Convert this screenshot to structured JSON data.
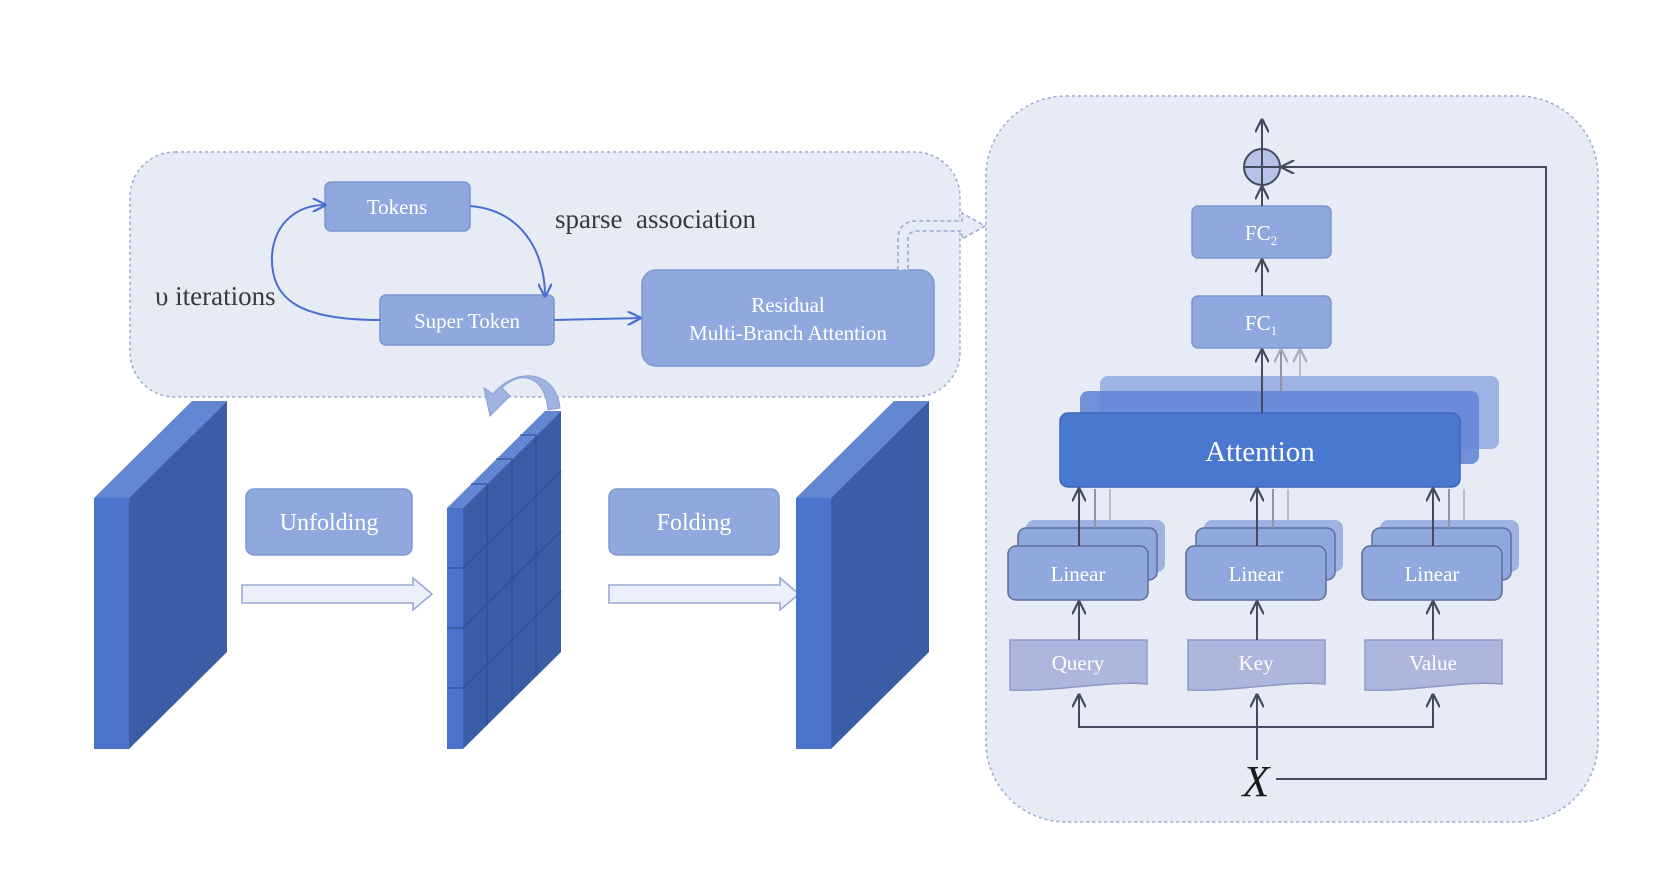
{
  "top_panel": {
    "tokens": "Tokens",
    "super_token": "Super Token",
    "iterations": "υ iterations",
    "sparse_association": "sparse  association",
    "rmba_line1": "Residual",
    "rmba_line2": "Multi-Branch Attention"
  },
  "pipeline": {
    "unfolding": "Unfolding",
    "folding": "Folding"
  },
  "attention_panel": {
    "fc2": "FC",
    "fc2_sub": "2",
    "fc1": "FC",
    "fc1_sub": "1",
    "attention": "Attention",
    "linear_q": "Linear",
    "linear_k": "Linear",
    "linear_v": "Linear",
    "query": "Query",
    "key": "Key",
    "value": "Value",
    "input": "X"
  },
  "colors": {
    "panel_fill": "#e6ebf6",
    "panel_border": "#9aaad0",
    "box_fill": "#8fa9df",
    "box_border": "#7d96d0",
    "attention_fill": "#4b78cf",
    "slab_front": "#4a74cc",
    "slab_side": "#3a5da6",
    "slab_top": "#6386d2",
    "qkv_fill": "#adb6dc",
    "arrow": "#444b5e",
    "curve_arrow": "#4a6fd0"
  }
}
